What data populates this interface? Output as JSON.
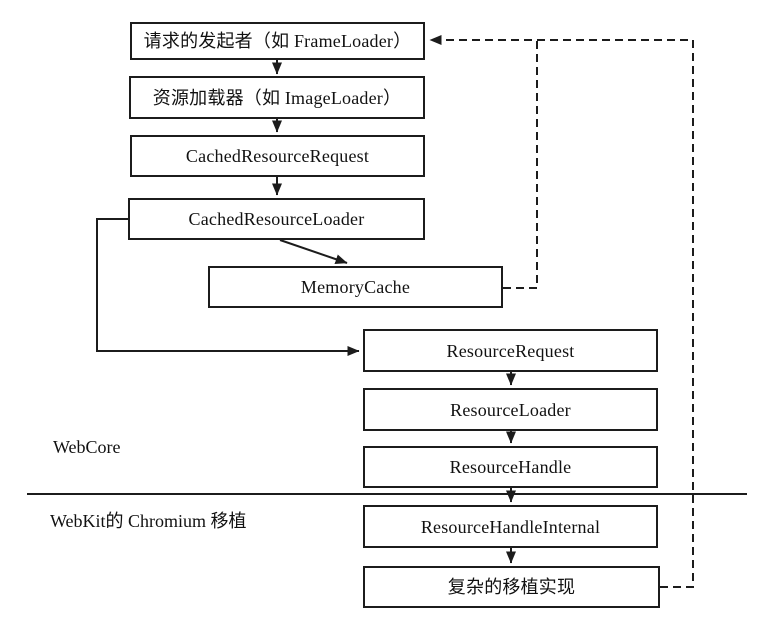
{
  "colors": {
    "line": "#1c1c1c",
    "background": "#ffffff",
    "text": "#111111"
  },
  "boxes": {
    "initiator": "请求的发起者（如 FrameLoader）",
    "image_loader": "资源加载器（如 ImageLoader）",
    "cached_resource_request": "CachedResourceRequest",
    "cached_resource_loader": "CachedResourceLoader",
    "memory_cache": "MemoryCache",
    "resource_request": "ResourceRequest",
    "resource_loader": "ResourceLoader",
    "resource_handle": "ResourceHandle",
    "resource_handle_internal": "ResourceHandleInternal",
    "port_implementation": "复杂的移植实现"
  },
  "labels": {
    "webcore": "WebCore",
    "webkit_port": "WebKit的 Chromium 移植"
  },
  "edges": [
    {
      "from": "initiator",
      "to": "image_loader",
      "style": "solid-arrow"
    },
    {
      "from": "image_loader",
      "to": "cached_resource_request",
      "style": "solid-arrow"
    },
    {
      "from": "cached_resource_request",
      "to": "cached_resource_loader",
      "style": "solid-arrow"
    },
    {
      "from": "cached_resource_loader",
      "to": "memory_cache",
      "style": "solid-arrow"
    },
    {
      "from": "cached_resource_loader",
      "to": "resource_request",
      "style": "solid-arrow-elbow"
    },
    {
      "from": "resource_request",
      "to": "resource_loader",
      "style": "solid-arrow"
    },
    {
      "from": "resource_loader",
      "to": "resource_handle",
      "style": "solid-arrow"
    },
    {
      "from": "resource_handle",
      "to": "resource_handle_internal",
      "style": "solid-arrow"
    },
    {
      "from": "resource_handle_internal",
      "to": "port_implementation",
      "style": "solid-arrow"
    },
    {
      "from": "memory_cache",
      "to": "initiator",
      "style": "dashed"
    },
    {
      "from": "port_implementation",
      "to": "initiator",
      "style": "dashed-arrow"
    }
  ]
}
